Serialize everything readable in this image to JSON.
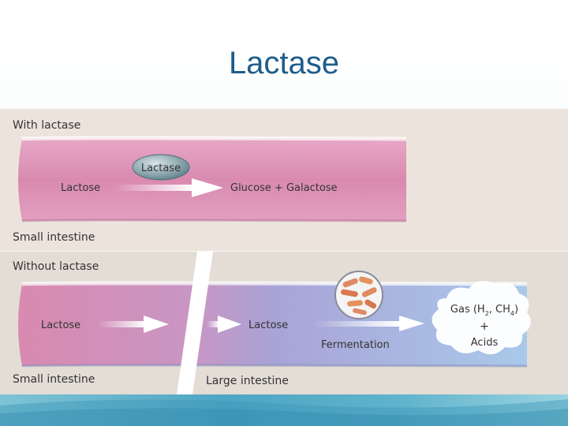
{
  "title": "Lactase",
  "panels": {
    "with_lactase": {
      "heading": "With lactase",
      "enzyme": "Lactase",
      "substrate": "Lactose",
      "products": "Glucose + Galactose",
      "region": "Small intestine"
    },
    "without_lactase": {
      "heading": "Without lactase",
      "substrate_small": "Lactose",
      "substrate_large": "Lactose",
      "process": "Fermentation",
      "gas": "Gas (H",
      "h_sub": "2",
      "sep": ", CH",
      "ch_sub": "4",
      "close": ")",
      "plus": "+",
      "acids": "Acids",
      "region_small": "Small intestine",
      "region_large": "Large intestine"
    }
  },
  "colors": {
    "title": "#1e5c8a",
    "panel_bg": "#e6ddd6",
    "small_intestine": "#d98ab0",
    "large_intestine": "#9aa6d8",
    "arrow": "#ffffff"
  }
}
